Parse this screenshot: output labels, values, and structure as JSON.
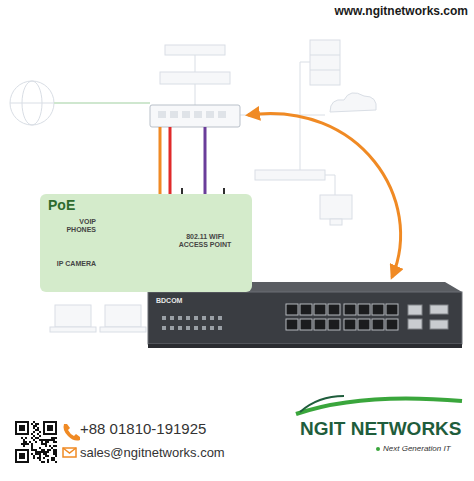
{
  "diagram": {
    "nodes": [
      {
        "text": [
          "PoE"
        ]
      },
      {
        "text": [
          "VOIP PHONES"
        ],
        "in": 0
      },
      {
        "text": [
          "IP CAMERA"
        ],
        "in": 0
      },
      {
        "text": [
          "802.11 WIFI ACCESS POINT"
        ],
        "in": 0
      }
    ],
    "labels": [
      "www.ngitnetworks.com",
      "BDCOM",
      "+88 01810-191925",
      "sales@ngitnetworks.com",
      "NGIT NETWORKS",
      "Next Generation IT"
    ]
  }
}
